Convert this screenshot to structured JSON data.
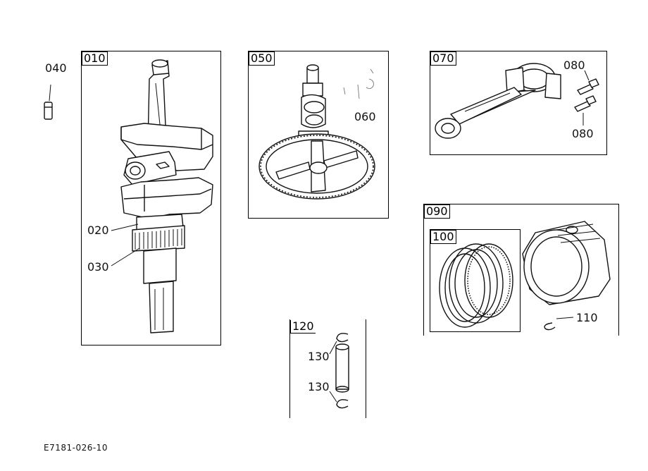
{
  "diagram": {
    "doc_id": "E7181-026-10",
    "groups": {
      "crankshaft": "010",
      "camshaft": "050",
      "connecting_rod": "070",
      "piston_assembly": "090",
      "piston_rings": "100",
      "piston_pin": "120"
    },
    "callouts": {
      "key": "040",
      "crank_gear_upper": "020",
      "crank_gear_lower": "030",
      "cam_part": "060",
      "rod_bolt_top": "080",
      "rod_bolt_bottom": "080",
      "piston_clip": "110",
      "pin_clip_top": "130",
      "pin_clip_bottom": "130"
    }
  }
}
